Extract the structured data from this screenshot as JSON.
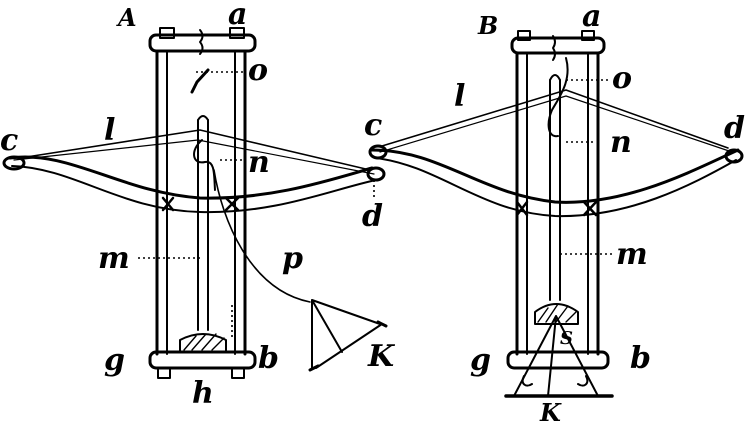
{
  "figure_a": {
    "panel": "A",
    "labels": {
      "a": "a",
      "o": "o",
      "l": "l",
      "c": "c",
      "n": "n",
      "d": "d",
      "m": "m",
      "p": "p",
      "g": "g",
      "b": "b",
      "h": "h",
      "k": "K"
    }
  },
  "figure_b": {
    "panel": "B",
    "labels": {
      "a": "a",
      "o": "o",
      "l": "l",
      "c": "c",
      "d": "d",
      "n": "n",
      "m": "m",
      "g": "g",
      "b": "b",
      "k": "K",
      "s": "S"
    }
  }
}
